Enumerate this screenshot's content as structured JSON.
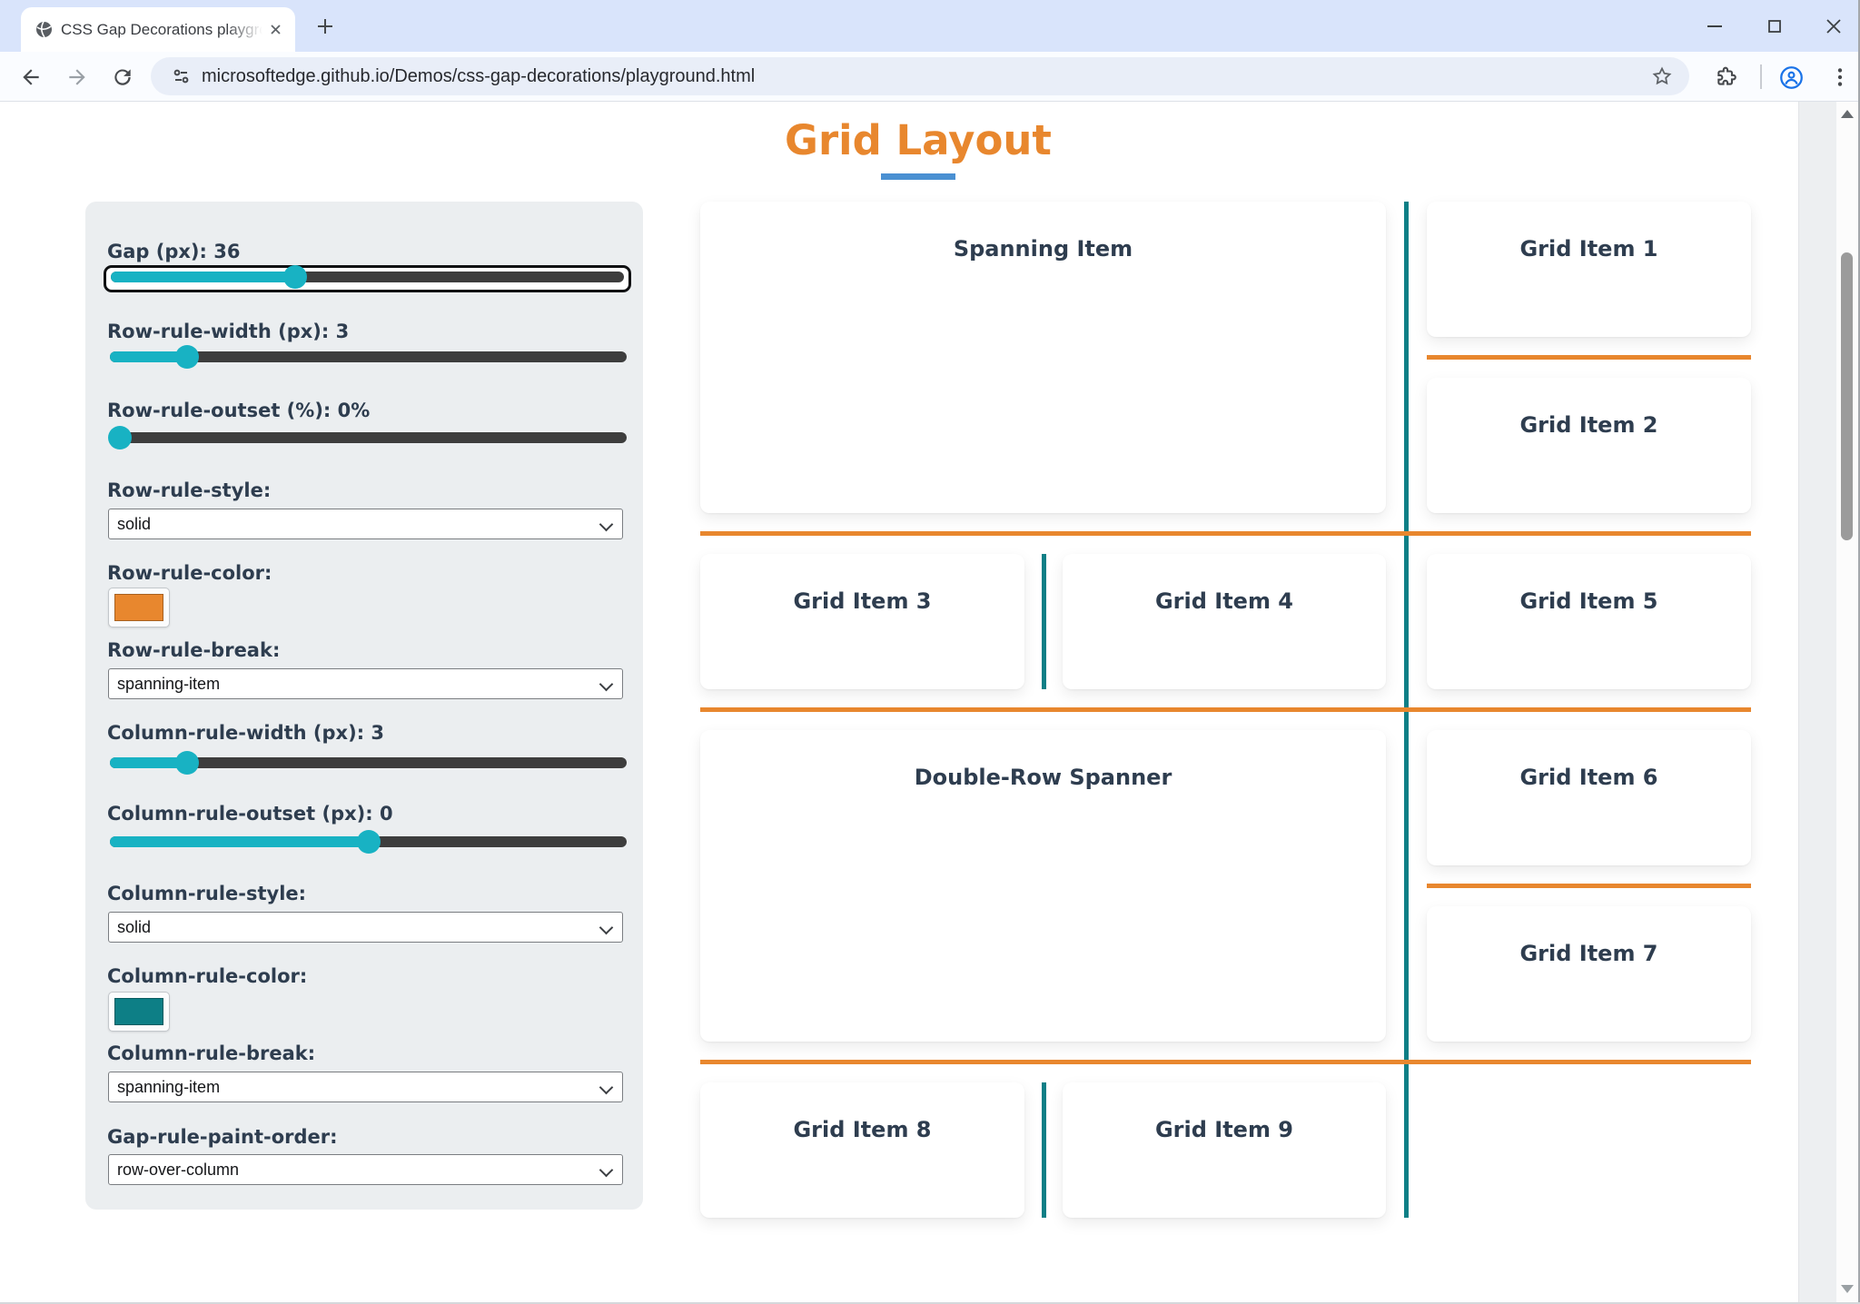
{
  "browser": {
    "tab_title": "CSS Gap Decorations playgroun",
    "url": "microsoftedge.github.io/Demos/css-gap-decorations/playground.html"
  },
  "page": {
    "title": "Grid Layout"
  },
  "colors": {
    "orange": "#e8872e",
    "teal": "#0d7f86",
    "slider_teal": "#18b2c3",
    "underline_blue": "#4a90d2"
  },
  "sidebar": {
    "controls": [
      {
        "type": "slider",
        "label": "Gap (px): 36",
        "pct": "36%",
        "focused": true
      },
      {
        "type": "slider",
        "label": "Row-rule-width (px): 3",
        "pct": "15%"
      },
      {
        "type": "slider",
        "label": "Row-rule-outset (%): 0%",
        "pct": "2%"
      },
      {
        "type": "select",
        "label": "Row-rule-style:",
        "value": "solid"
      },
      {
        "type": "color",
        "label": "Row-rule-color:",
        "color": "#e8872e"
      },
      {
        "type": "select",
        "label": "Row-rule-break:",
        "value": "spanning-item"
      },
      {
        "type": "slider",
        "label": "Column-rule-width (px): 3",
        "pct": "15%"
      },
      {
        "type": "slider",
        "label": "Column-rule-outset (px): 0",
        "pct": "50%"
      },
      {
        "type": "select",
        "label": "Column-rule-style:",
        "value": "solid"
      },
      {
        "type": "color",
        "label": "Column-rule-color:",
        "color": "#0d7f86"
      },
      {
        "type": "select",
        "label": "Column-rule-break:",
        "value": "spanning-item"
      },
      {
        "type": "select",
        "label": "Gap-rule-paint-order:",
        "value": "row-over-column"
      }
    ]
  },
  "grid": {
    "items": [
      {
        "label": "Spanning Item"
      },
      {
        "label": "Grid Item 1"
      },
      {
        "label": "Grid Item 2"
      },
      {
        "label": "Grid Item 3"
      },
      {
        "label": "Grid Item 4"
      },
      {
        "label": "Grid Item 5"
      },
      {
        "label": "Double-Row Spanner"
      },
      {
        "label": "Grid Item 6"
      },
      {
        "label": "Grid Item 7"
      },
      {
        "label": "Grid Item 8"
      },
      {
        "label": "Grid Item 9"
      }
    ]
  }
}
